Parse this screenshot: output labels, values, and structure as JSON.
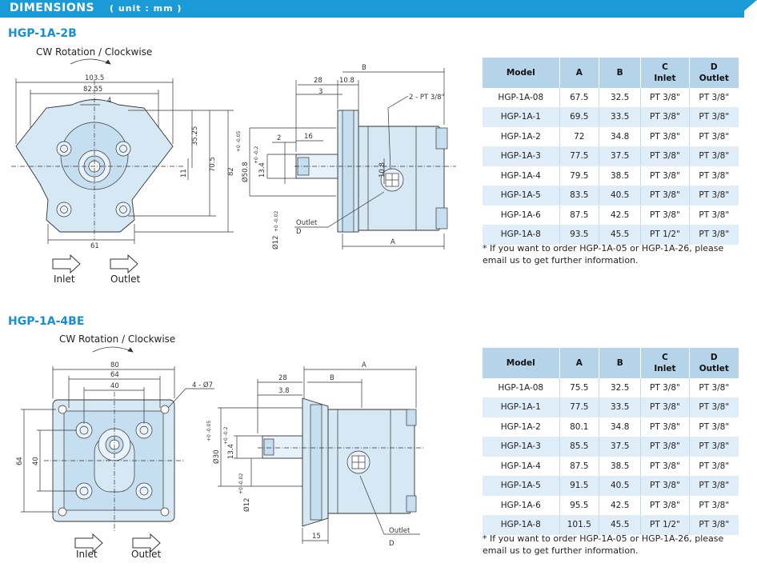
{
  "banner": {
    "title": "DIMENSIONS",
    "unit": "( unit : mm )"
  },
  "sections": [
    {
      "title": "HGP-1A-2B",
      "rotation": "CW Rotation / Clockwise",
      "inlet": "Inlet",
      "outlet": "Outlet",
      "columns": [
        "Model",
        "A",
        "B",
        "C\nInlet",
        "D\nOutlet"
      ],
      "rows": [
        [
          "HGP-1A-08",
          "67.5",
          "32.5",
          "PT 3/8\"",
          "PT 3/8\""
        ],
        [
          "HGP-1A-1",
          "69.5",
          "33.5",
          "PT 3/8\"",
          "PT 3/8\""
        ],
        [
          "HGP-1A-2",
          "72",
          "34.8",
          "PT 3/8\"",
          "PT 3/8\""
        ],
        [
          "HGP-1A-3",
          "77.5",
          "37.5",
          "PT 3/8\"",
          "PT 3/8\""
        ],
        [
          "HGP-1A-4",
          "79.5",
          "38.5",
          "PT 3/8\"",
          "PT 3/8\""
        ],
        [
          "HGP-1A-5",
          "83.5",
          "40.5",
          "PT 3/8\"",
          "PT 3/8\""
        ],
        [
          "HGP-1A-6",
          "87.5",
          "42.5",
          "PT 3/8\"",
          "PT 3/8\""
        ],
        [
          "HGP-1A-8",
          "93.5",
          "45.5",
          "PT 1/2\"",
          "PT 3/8\""
        ]
      ],
      "note": "* If you want to order HGP-1A-05 or HGP-1A-26, please email us to get further information.",
      "front_dims": {
        "d1": "103.5",
        "d2": "82.55",
        "d3": "4",
        "d4": "35.25",
        "d5": "70.5",
        "d6": "82",
        "d7": "11",
        "d8": "61"
      },
      "side_dims": {
        "b": "B",
        "a": "A",
        "d28": "28",
        "d108": "10.8",
        "d3": "3",
        "pt": "2 - PT 3/8\"",
        "d2": "2",
        "d16": "16",
        "dia50": "Ø50.8",
        "dia50_tol": "+0\n-0.05",
        "d134": "13.4",
        "d134_tol": "+0\n-0.2",
        "d108b": "10.8",
        "dia12": "Ø12",
        "dia12_tol": "+0\n-0.02",
        "outlet": "Outlet",
        "d": "D"
      }
    },
    {
      "title": "HGP-1A-4BE",
      "rotation": "CW Rotation / Clockwise",
      "inlet": "Inlet",
      "outlet": "Outlet",
      "columns": [
        "Model",
        "A",
        "B",
        "C\nInlet",
        "D\nOutlet"
      ],
      "rows": [
        [
          "HGP-1A-08",
          "75.5",
          "32.5",
          "PT 3/8\"",
          "PT 3/8\""
        ],
        [
          "HGP-1A-1",
          "77.5",
          "33.5",
          "PT 3/8\"",
          "PT 3/8\""
        ],
        [
          "HGP-1A-2",
          "80.1",
          "34.8",
          "PT 3/8\"",
          "PT 3/8\""
        ],
        [
          "HGP-1A-3",
          "85.5",
          "37.5",
          "PT 3/8\"",
          "PT 3/8\""
        ],
        [
          "HGP-1A-4",
          "87.5",
          "38.5",
          "PT 3/8\"",
          "PT 3/8\""
        ],
        [
          "HGP-1A-5",
          "91.5",
          "40.5",
          "PT 3/8\"",
          "PT 3/8\""
        ],
        [
          "HGP-1A-6",
          "95.5",
          "42.5",
          "PT 3/8\"",
          "PT 3/8\""
        ],
        [
          "HGP-1A-8",
          "101.5",
          "45.5",
          "PT 1/2\"",
          "PT 3/8\""
        ]
      ],
      "note": "* If you want to order HGP-1A-05 or HGP-1A-26, please email us to get further information.",
      "front_dims": {
        "d80": "80",
        "d64": "64",
        "d40": "40",
        "holes": "4 - Ø7",
        "v64": "64",
        "v40": "40"
      },
      "side_dims": {
        "a": "A",
        "d28": "28",
        "b": "B",
        "d38": "3.8",
        "dia30": "Ø30",
        "dia30_tol": "+0\n-0.05",
        "d134": "13.4",
        "d134_tol": "+0\n-0.2",
        "dia12": "Ø12",
        "dia12_tol": "+0\n-0.02",
        "d15": "15",
        "outlet": "Outlet",
        "d": "D"
      }
    }
  ]
}
